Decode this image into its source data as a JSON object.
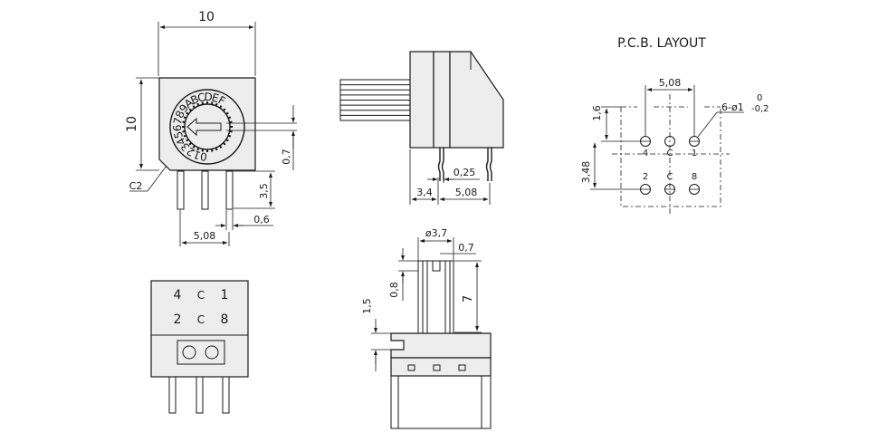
{
  "front_view": {
    "width_dim": "10",
    "height_dim": "10",
    "dial_marks": [
      "0",
      "1",
      "2",
      "3",
      "4",
      "5",
      "6",
      "7",
      "8",
      "9",
      "A",
      "B",
      "C",
      "D",
      "E",
      "F"
    ],
    "offset_dim": "0,7",
    "chamfer_label": "C2",
    "pin_length_dim": "3,5",
    "pin_width_dim": "0,6",
    "pin_pitch_dim": "5,08"
  },
  "side_view": {
    "pin_dim": "0,25",
    "offset_dim": "3,4",
    "pitch_dim": "5,08"
  },
  "pcb_layout": {
    "title": "P.C.B. LAYOUT",
    "pitch_dim": "5,08",
    "row_offset_dim": "1,6",
    "row_pitch_dim": "3,48",
    "hole_spec": "6-ø1",
    "hole_tol_upper": "0",
    "hole_tol_lower": "-0,2",
    "top_labels": [
      "4",
      "C",
      "1"
    ],
    "bottom_labels": [
      "2",
      "C",
      "8"
    ]
  },
  "bottom_view": {
    "top_row": [
      "4",
      "C",
      "1"
    ],
    "bottom_row": [
      "2",
      "C",
      "8"
    ]
  },
  "rear_view": {
    "shaft_dia_dim": "ø3,7",
    "slot_dim": "0,7",
    "slot_depth_dim": "0,8",
    "shaft_height_dim": "7",
    "flange_dim": "1,5"
  }
}
